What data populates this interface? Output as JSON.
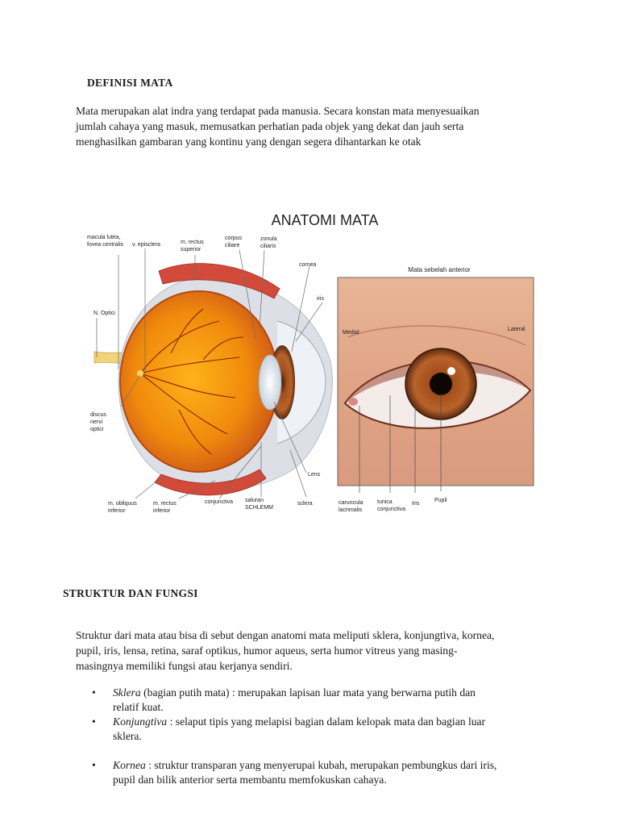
{
  "section1": {
    "title": "DEFINISI MATA",
    "paragraph_lines": [
      "Mata merupakan alat indra yang terdapat pada manusia. Secara konstan mata menyesuaikan",
      "jumlah cahaya yang masuk, memusatkan perhatian pada objek yang dekat dan jauh serta",
      "menghasilkan gambaran yang kontinu yang dengan segera dihantarkan ke otak"
    ]
  },
  "figure": {
    "title": "ANATOMI MATA",
    "inset_title": "Mata sebelah anterior",
    "labels": {
      "macula_1": "macula lutea,",
      "macula_2": "fovea centralis",
      "episclera": "v. episclera",
      "rectus_sup_1": "m. rectus",
      "rectus_sup_2": "superior",
      "corpus_1": "corpus",
      "corpus_2": "ciliare",
      "zonula_1": "zonula",
      "zonula_2": "ciliaris",
      "cornea": "cornea",
      "iris": "iris",
      "n_optici": "N. Optici",
      "discus_1": "discus",
      "discus_2": "nervi",
      "discus_3": "optici",
      "lens": "Lens",
      "obliquus_1": "m. obliquus",
      "obliquus_2": "inferior",
      "rectus_inf_1": "m. rectus",
      "rectus_inf_2": "inferior",
      "conjunctiva": "conjunctiva",
      "saluran_1": "saluran",
      "saluran_2": "SCHLEMM",
      "sclera": "sclera",
      "medial": "Medial",
      "lateral": "Lateral",
      "caruncula_1": "caruncula",
      "caruncula_2": "lacrimalis",
      "tunica_1": "tunica",
      "tunica_2": "conjunctiva",
      "iris_ant": "Iris",
      "pupil": "Pupil"
    }
  },
  "section2": {
    "title": "STRUKTUR DAN FUNGSI",
    "paragraph_lines": [
      "Struktur dari mata atau bisa di sebut dengan anatomi mata meliputi sklera, konjungtiva, kornea,",
      "pupil, iris, lensa, retina, saraf optikus, humor aqueus, serta humor vitreus yang masing-",
      "masingnya memiliki fungsi atau kerjanya sendiri."
    ],
    "bullet_char": "•",
    "bullets": [
      {
        "term": "Sklera",
        "rest_1": " (bagian putih mata) : merupakan lapisan luar mata yang berwarna putih dan",
        "rest_2": "relatif kuat."
      },
      {
        "term": "Konjungtiva",
        "rest_1": " : selaput tipis yang melapisi bagian dalam kelopak mata dan bagian luar",
        "rest_2": "sklera."
      },
      {
        "term": "Kornea",
        "rest_1": " : struktur transparan yang menyerupai kubah, merupakan pembungkus dari iris,",
        "rest_2": "pupil dan bilik anterior serta membantu memfokuskan cahaya."
      }
    ]
  }
}
